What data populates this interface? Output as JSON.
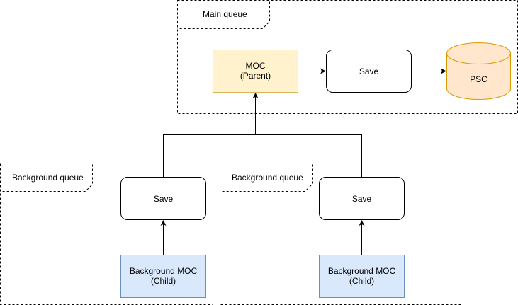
{
  "colors": {
    "stroke": "#000000",
    "background": "#ffffff",
    "moc_parent_fill": "#fff2cc",
    "moc_parent_stroke": "#d6b656",
    "psc_fill": "#ffe6cc",
    "psc_stroke": "#d79b00",
    "child_fill": "#dae8fc",
    "child_stroke": "#6c8ebf"
  },
  "main_queue": {
    "label": "Main queue",
    "moc_parent": {
      "line1": "MOC",
      "line2": "(Parent)"
    },
    "save": {
      "label": "Save"
    },
    "psc": {
      "label": "PSC",
      "shape": "cylinder"
    }
  },
  "background_queues": [
    {
      "label": "Background queue",
      "save": {
        "label": "Save"
      },
      "child": {
        "line1": "Background MOC",
        "line2": "(Child)"
      }
    },
    {
      "label": "Background queue",
      "save": {
        "label": "Save"
      },
      "child": {
        "line1": "Background MOC",
        "line2": "(Child)"
      }
    }
  ]
}
